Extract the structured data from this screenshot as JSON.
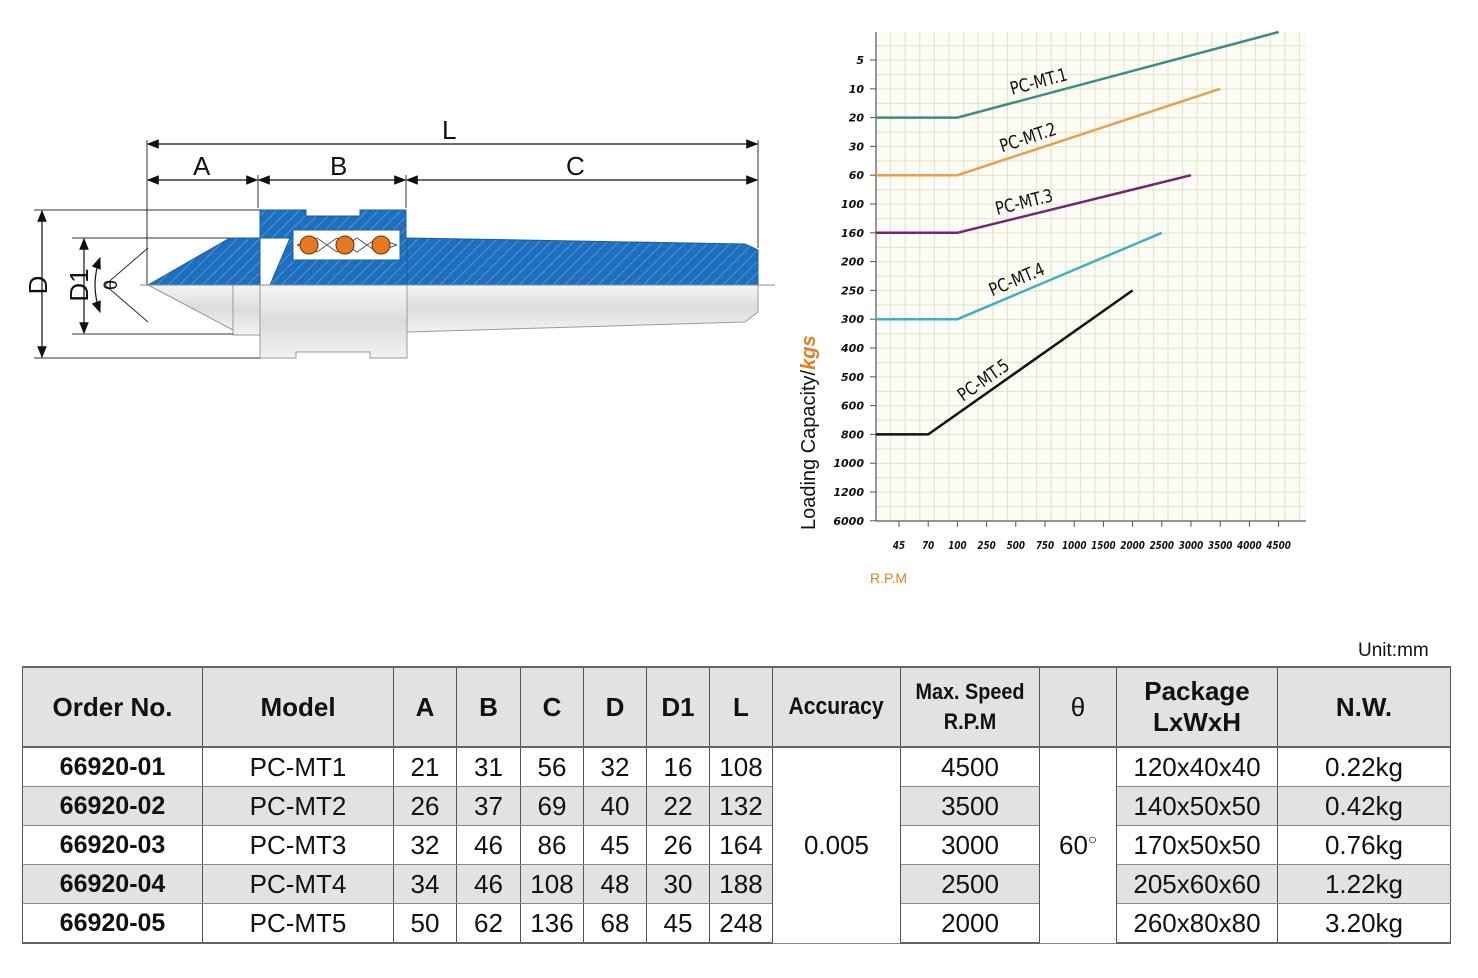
{
  "drawing": {
    "labels": {
      "L": "L",
      "A": "A",
      "B": "B",
      "C": "C",
      "D": "D",
      "D1": "D1",
      "theta": "θ"
    },
    "colors": {
      "body": "#1f6fbf",
      "ball": "#e87722",
      "shank": "#e6e6e6"
    }
  },
  "chart_data": {
    "type": "line",
    "ylabel_main": "Loading Capacity/",
    "ylabel_unit": "kgs",
    "xlabel": "R.P.M",
    "x_categories": [
      "45",
      "70",
      "100",
      "250",
      "500",
      "750",
      "1000",
      "1500",
      "2000",
      "2500",
      "3000",
      "3500",
      "4000",
      "4500"
    ],
    "y_categories": [
      "5",
      "10",
      "20",
      "30",
      "60",
      "100",
      "160",
      "200",
      "250",
      "300",
      "400",
      "500",
      "600",
      "800",
      "1000",
      "1200",
      "6000"
    ],
    "series": [
      {
        "name": "PC-MT.1",
        "color": "#3a8c86",
        "points": [
          [
            "start",
            "20"
          ],
          [
            "100",
            "20"
          ],
          [
            "4500",
            "top"
          ]
        ]
      },
      {
        "name": "PC-MT.2",
        "color": "#e8a050",
        "points": [
          [
            "start",
            "60"
          ],
          [
            "100",
            "60"
          ],
          [
            "3500",
            "10"
          ]
        ]
      },
      {
        "name": "PC-MT.3",
        "color": "#7a2278",
        "points": [
          [
            "start",
            "160"
          ],
          [
            "100",
            "160"
          ],
          [
            "3000",
            "60"
          ]
        ]
      },
      {
        "name": "PC-MT.4",
        "color": "#3fb0c0",
        "points": [
          [
            "start",
            "300"
          ],
          [
            "100",
            "300"
          ],
          [
            "2500",
            "160"
          ]
        ]
      },
      {
        "name": "PC-MT.5",
        "color": "#111111",
        "points": [
          [
            "start",
            "800"
          ],
          [
            "70",
            "800"
          ],
          [
            "2000",
            "250"
          ]
        ]
      }
    ],
    "colors": {
      "axis_unit": "#e08020",
      "xlabel": "#e08020",
      "grid": "#e0e3bf",
      "plot_bg": "#fcfcf7"
    }
  },
  "table": {
    "unit": "Unit:mm",
    "headers": {
      "order": "Order No.",
      "model": "Model",
      "a": "A",
      "b": "B",
      "c": "C",
      "d": "D",
      "d1": "D1",
      "l": "L",
      "accuracy": "Accuracy",
      "speed_1": "Max. Speed",
      "speed_2": "R.P.M",
      "theta": "θ",
      "package_1": "Package",
      "package_2": "LxWxH",
      "nw": "N.W."
    },
    "accuracy": "0.005",
    "theta": "60",
    "theta_unit": "○",
    "rows": [
      {
        "order": "66920-01",
        "model": "PC-MT1",
        "a": "21",
        "b": "31",
        "c": "56",
        "d": "32",
        "d1": "16",
        "l": "108",
        "speed": "4500",
        "package": "120x40x40",
        "nw": "0.22kg"
      },
      {
        "order": "66920-02",
        "model": "PC-MT2",
        "a": "26",
        "b": "37",
        "c": "69",
        "d": "40",
        "d1": "22",
        "l": "132",
        "speed": "3500",
        "package": "140x50x50",
        "nw": "0.42kg"
      },
      {
        "order": "66920-03",
        "model": "PC-MT3",
        "a": "32",
        "b": "46",
        "c": "86",
        "d": "45",
        "d1": "26",
        "l": "164",
        "speed": "3000",
        "package": "170x50x50",
        "nw": "0.76kg"
      },
      {
        "order": "66920-04",
        "model": "PC-MT4",
        "a": "34",
        "b": "46",
        "c": "108",
        "d": "48",
        "d1": "30",
        "l": "188",
        "speed": "2500",
        "package": "205x60x60",
        "nw": "1.22kg"
      },
      {
        "order": "66920-05",
        "model": "PC-MT5",
        "a": "50",
        "b": "62",
        "c": "136",
        "d": "68",
        "d1": "45",
        "l": "248",
        "speed": "2000",
        "package": "260x80x80",
        "nw": "3.20kg"
      }
    ]
  }
}
